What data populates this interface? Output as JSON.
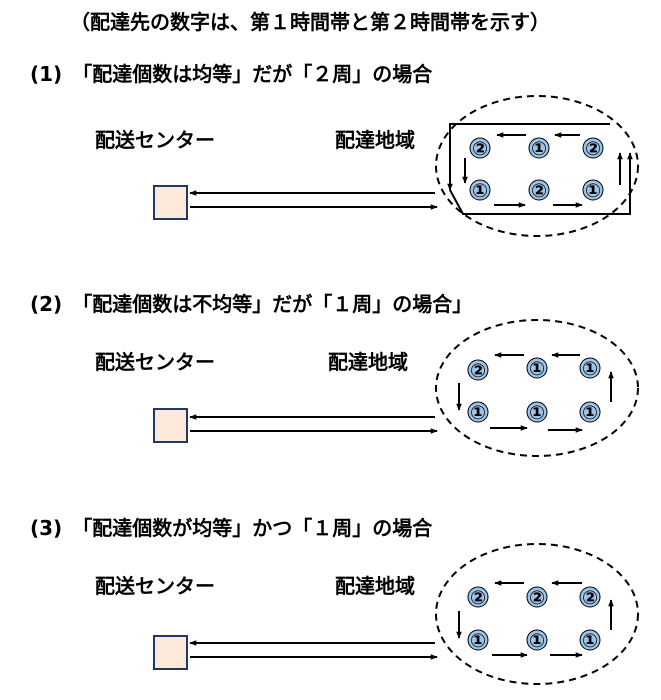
{
  "note": "（配達先の数字は、第１時間帯と第２時間帯を示す）",
  "center_label": "配送センター",
  "area_label": "配達地域",
  "colors": {
    "center_fill": "#fde9d9",
    "center_stroke": "#1f3864",
    "node_fill": "#9dc3e6",
    "node_stroke": "#000000"
  },
  "sections": [
    {
      "title": "(1)　「配達個数は均等」だが「２周」の場合",
      "nodes_top": [
        "②",
        "①",
        "②"
      ],
      "nodes_bottom": [
        "①",
        "②",
        "①"
      ]
    },
    {
      "title": "(2)　「配達個数は不均等」だが「１周」の場合」",
      "nodes_top": [
        "②",
        "①",
        "①"
      ],
      "nodes_bottom": [
        "①",
        "①",
        "①"
      ]
    },
    {
      "title": "(3)　「配達個数が均等」かつ「１周」の場合",
      "nodes_top": [
        "②",
        "②",
        "②"
      ],
      "nodes_bottom": [
        "①",
        "①",
        "①"
      ]
    }
  ]
}
